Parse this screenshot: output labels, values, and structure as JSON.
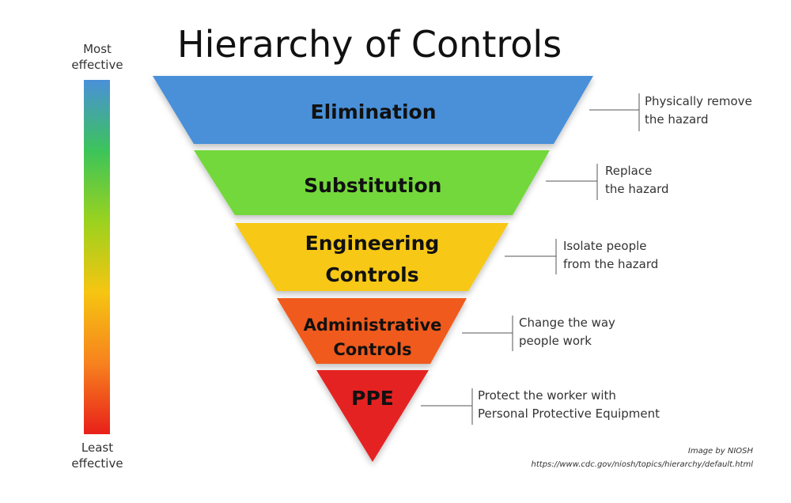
{
  "title": "Hierarchy of Controls",
  "scale": {
    "top": [
      "Most",
      "effective"
    ],
    "bottom": [
      "Least",
      "effective"
    ],
    "gradient_colors": [
      "#4a90d9",
      "#3cc45a",
      "#9bd21e",
      "#f6c511",
      "#f7821e",
      "#e8201a"
    ]
  },
  "levels": [
    {
      "name": [
        "Elimination"
      ],
      "description": [
        "Physically remove",
        "the hazard"
      ],
      "color": "#4a90d9"
    },
    {
      "name": [
        "Substitution"
      ],
      "description": [
        "Replace",
        "the hazard"
      ],
      "color": "#73d83a"
    },
    {
      "name": [
        "Engineering",
        "Controls"
      ],
      "description": [
        "Isolate people",
        "from the hazard"
      ],
      "color": "#f7c816"
    },
    {
      "name": [
        "Administrative",
        "Controls"
      ],
      "description": [
        "Change the way",
        "people work"
      ],
      "color": "#f05a1c"
    },
    {
      "name": [
        "PPE"
      ],
      "description": [
        "Protect the worker with",
        "Personal Protective Equipment"
      ],
      "color": "#e52222"
    }
  ],
  "credit": [
    "Image by NIOSH",
    "https://www.cdc.gov/niosh/topics/hierarchy/default.html"
  ]
}
